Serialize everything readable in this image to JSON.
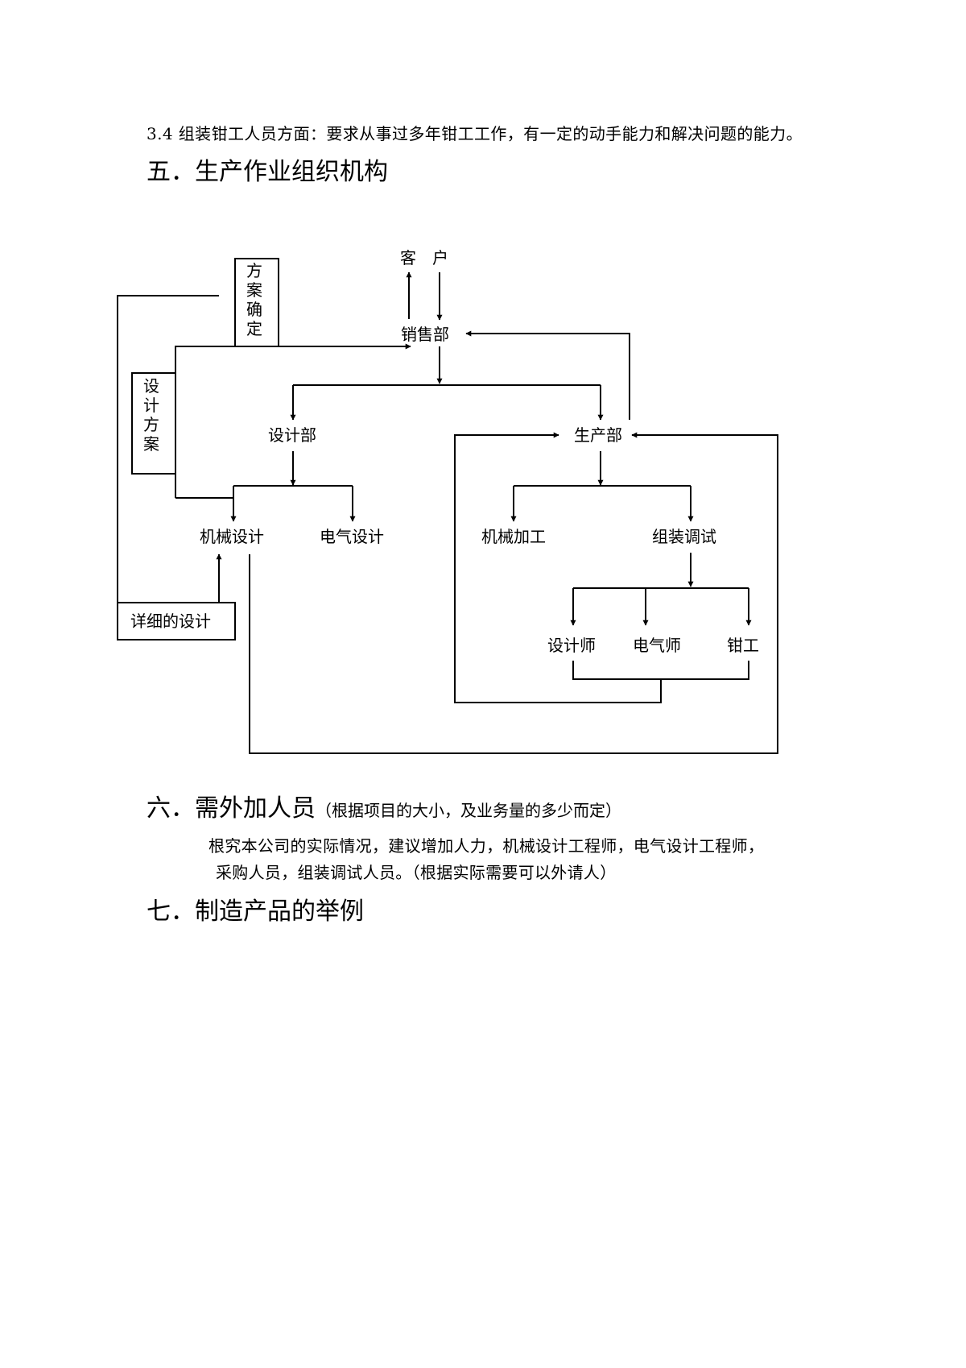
{
  "para_3_4": "3.4 组装钳工人员方面：要求从事过多年钳工工作，有一定的动手能力和解决问题的能力。",
  "section5": {
    "title": "五．生产作业组织机构"
  },
  "chart": {
    "client": "客　户",
    "sales": "销售部",
    "plan_confirm": "方案确定",
    "design_plan": "设计方案",
    "design_dept": "设计部",
    "production_dept": "生产部",
    "mech_design": "机械设计",
    "elec_design": "电气设计",
    "machining": "机械加工",
    "assembly": "组装调试",
    "designer": "设计师",
    "electrician": "电气师",
    "fitter": "钳工",
    "detailed_design": "详细的设计"
  },
  "section6": {
    "title": "六．需外加人员",
    "note": "（根据项目的大小，及业务量的多少而定）",
    "line1": "根究本公司的实际情况，建议增加人力，机械设计工程师，电气设计工程师，",
    "line2": "采购人员，组装调试人员。（根据实际需要可以外请人）"
  },
  "section7": {
    "title": "七．制造产品的举例"
  }
}
